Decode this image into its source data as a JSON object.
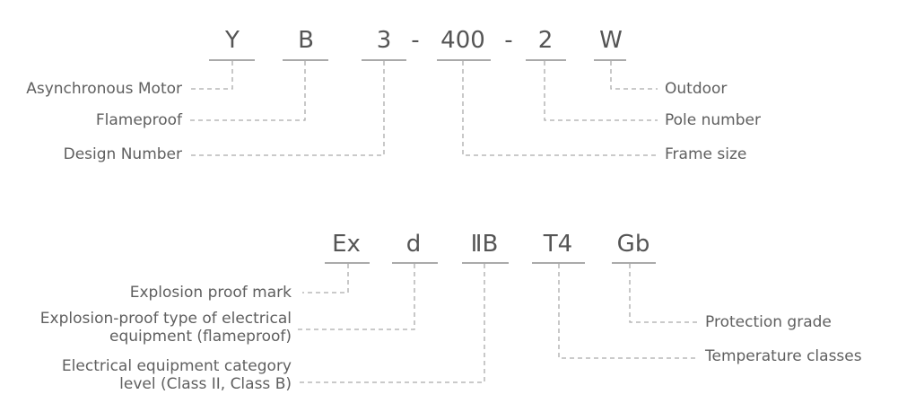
{
  "model_code": {
    "segments": [
      "Y",
      "B",
      "3",
      "-",
      "400",
      "-",
      "2",
      "W"
    ],
    "labels": {
      "y": "Asynchronous Motor",
      "b": "Flameproof",
      "design": "Design Number",
      "outdoor": "Outdoor",
      "pole": "Pole number",
      "frame": "Frame size"
    }
  },
  "ex_code": {
    "segments": [
      "Ex",
      "d",
      "ⅡB",
      "T4",
      "Gb"
    ],
    "labels": {
      "mark": "Explosion proof  mark",
      "type_1": "Explosion-proof type of electrical",
      "type_2": "equipment (flameproof)",
      "category_1": "Electrical equipment category",
      "category_2": "level (Class II, Class B)",
      "protection": "Protection grade",
      "temperature": "Temperature classes"
    }
  },
  "colors": {
    "text": "#555555",
    "line": "#aaaaaa"
  }
}
